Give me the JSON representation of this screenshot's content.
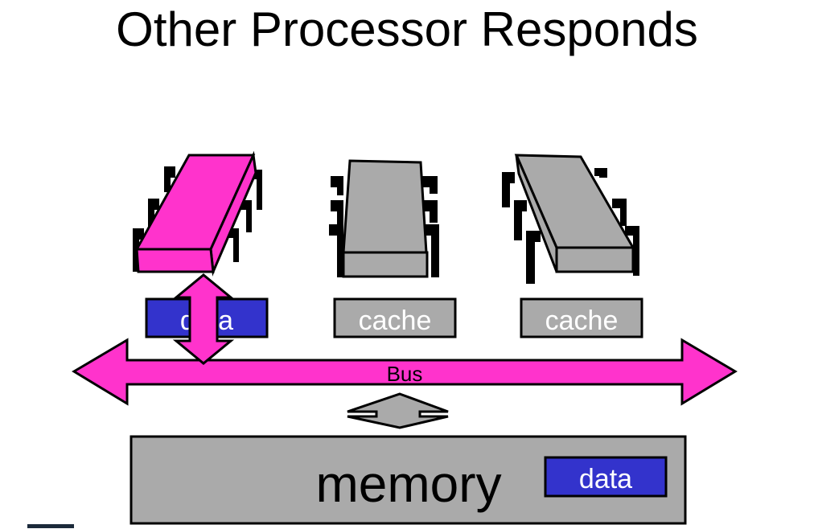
{
  "slide": {
    "title": "Other Processor Responds"
  },
  "caches": [
    {
      "label": "data",
      "state": "filled"
    },
    {
      "label": "cache",
      "state": "empty"
    },
    {
      "label": "cache",
      "state": "empty"
    }
  ],
  "bus": {
    "label": "Bus"
  },
  "memory": {
    "label": "memory",
    "data_label": "data"
  },
  "colors": {
    "active": "#ff33cc",
    "inactive": "#aaaaaa",
    "data_block": "#3333cc",
    "outline": "#000000"
  }
}
